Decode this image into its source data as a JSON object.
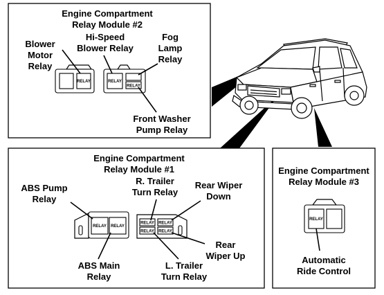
{
  "colors": {
    "ink": "#000000",
    "paper": "#ffffff"
  },
  "relay_word": "RELAY",
  "module2": {
    "title_line1": "Engine Compartment",
    "title_line2": "Relay Module #2",
    "blower_motor": [
      "Blower",
      "Motor",
      "Relay"
    ],
    "hi_speed": [
      "Hi-Speed",
      "Blower Relay"
    ],
    "fog_lamp": [
      "Fog",
      "Lamp",
      "Relay"
    ],
    "front_washer": [
      "Front Washer",
      "Pump Relay"
    ]
  },
  "module1": {
    "title_line1": "Engine Compartment",
    "title_line2": "Relay Module #1",
    "abs_pump": [
      "ABS Pump",
      "Relay"
    ],
    "abs_main": [
      "ABS Main",
      "Relay"
    ],
    "r_trailer": [
      "R. Trailer",
      "Turn Relay"
    ],
    "rear_wiper_down": [
      "Rear Wiper",
      "Down"
    ],
    "rear_wiper_up": [
      "Rear",
      "Wiper Up"
    ],
    "l_trailer": [
      "L. Trailer",
      "Turn Relay"
    ]
  },
  "module3": {
    "title_line1": "Engine Compartment",
    "title_line2": "Relay Module #3",
    "auto_ride": [
      "Automatic",
      "Ride Control"
    ]
  }
}
